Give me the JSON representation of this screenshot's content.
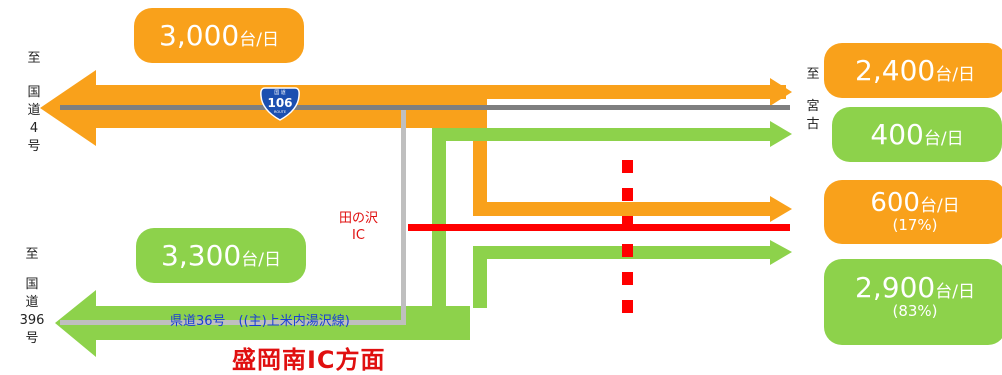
{
  "flows": {
    "west_total": {
      "value": "3,000",
      "unit": "台/日"
    },
    "east_total": {
      "value": "2,400",
      "unit": "台/日"
    },
    "east_green": {
      "value": "400",
      "unit": "台/日"
    },
    "cross_orange": {
      "value": "600",
      "unit": "台/日",
      "pct": "(17%)"
    },
    "south_total": {
      "value": "3,300",
      "unit": "台/日"
    },
    "cross_green": {
      "value": "2,900",
      "unit": "台/日",
      "pct": "(83%)"
    }
  },
  "labels": {
    "kokudo4": [
      "至",
      "国",
      "道",
      "4",
      "号"
    ],
    "miyako": [
      "至",
      "宮",
      "古"
    ],
    "kokudo396": [
      "至",
      "国",
      "道",
      "396",
      "号"
    ],
    "route36": "県道36号　((主)上米内湯沢線)",
    "ic": [
      "田の沢",
      "IC"
    ],
    "bottom": "盛岡南IC方面",
    "shield_number": "106"
  },
  "colors": {
    "orange": "#f9a11b",
    "green": "#8dd24b",
    "road_gray": "#7f7f7f",
    "light_gray": "#bfbfbf",
    "red": "#ff0000",
    "shield_blue": "#1b4fb0"
  }
}
